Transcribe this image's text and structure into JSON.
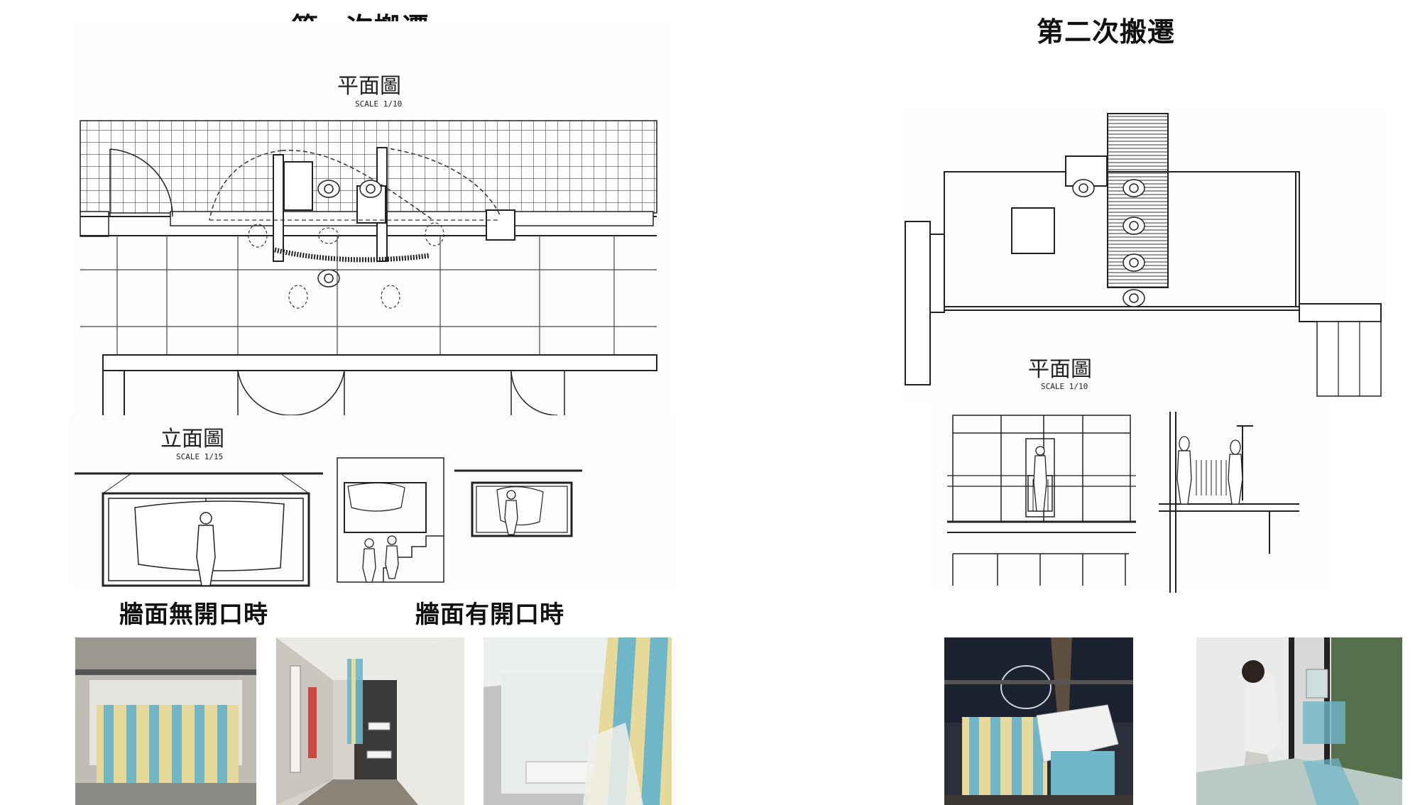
{
  "headings": {
    "first_move": "第一次搬遷",
    "second_move": "第二次搬遷",
    "no_opening": "牆面無開口時",
    "with_opening": "牆面有開口時"
  },
  "drawings": {
    "first_plan": {
      "title": "平面圖",
      "scale": "SCALE 1/10"
    },
    "first_elevation": {
      "title": "立面圖",
      "scale": "SCALE 1/15"
    },
    "second_plan": {
      "title": "平面圖",
      "scale": "SCALE 1/10"
    }
  },
  "colors": {
    "line": "#1a1a1a",
    "tarp_blue": "#6fb6c9",
    "tarp_yellow": "#e6d99a",
    "tarp_white": "#eef0ea"
  }
}
